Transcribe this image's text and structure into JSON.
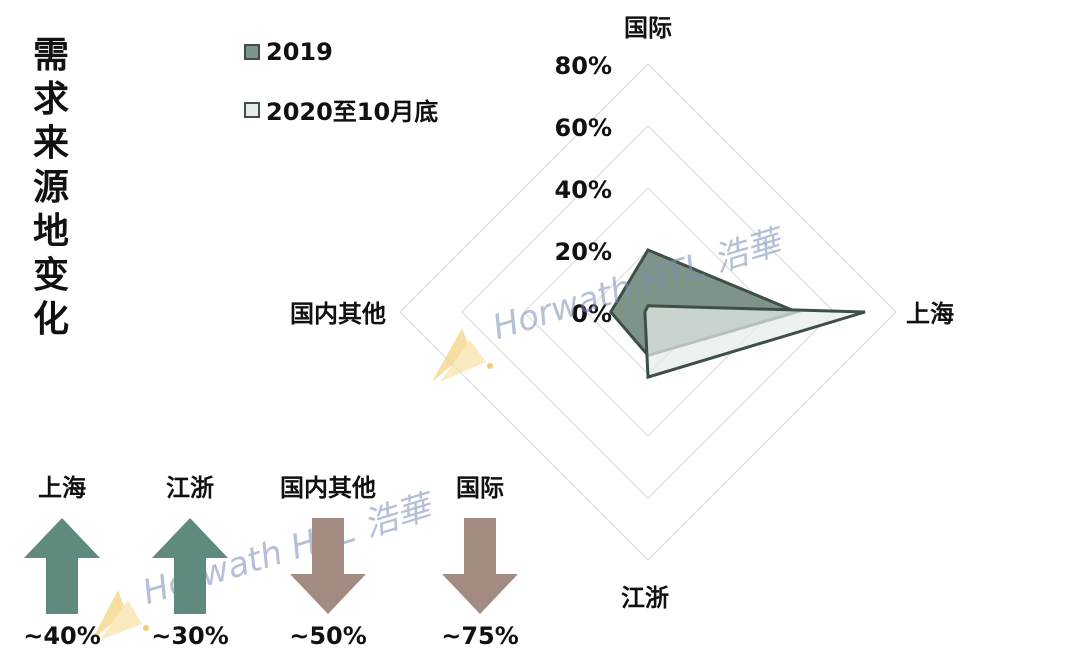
{
  "title_chars": [
    "需",
    "求",
    "来",
    "源",
    "地",
    "变",
    "化"
  ],
  "legend": [
    {
      "label": "2019",
      "fill": "#7f9488"
    },
    {
      "label": "2020至10月底",
      "fill": "#e6ede8"
    }
  ],
  "chart_data": {
    "type": "radar",
    "axes": [
      "国际",
      "上海",
      "江浙",
      "国内其他"
    ],
    "ticks": [
      "0%",
      "20%",
      "40%",
      "60%",
      "80%"
    ],
    "range": [
      0,
      80
    ],
    "series": [
      {
        "name": "2019",
        "values": [
          20,
          48,
          14,
          12
        ],
        "fill": "#7f9488",
        "stroke": "#3e4f45"
      },
      {
        "name": "2020至10月底",
        "values": [
          2,
          70,
          21,
          1
        ],
        "fill": "#e6ede8",
        "stroke": "#3e4f45"
      }
    ]
  },
  "changes": [
    {
      "label": "上海",
      "pct": "~40%",
      "dir": "up",
      "color": "#5f8a80"
    },
    {
      "label": "江浙",
      "pct": "~30%",
      "dir": "up",
      "color": "#5f8a80"
    },
    {
      "label": "国内其他",
      "pct": "~50%",
      "dir": "down",
      "color": "#a48b82"
    },
    {
      "label": "国际",
      "pct": "~75%",
      "dir": "down",
      "color": "#a48b82"
    }
  ],
  "watermark": "Horwath HTL 浩華"
}
